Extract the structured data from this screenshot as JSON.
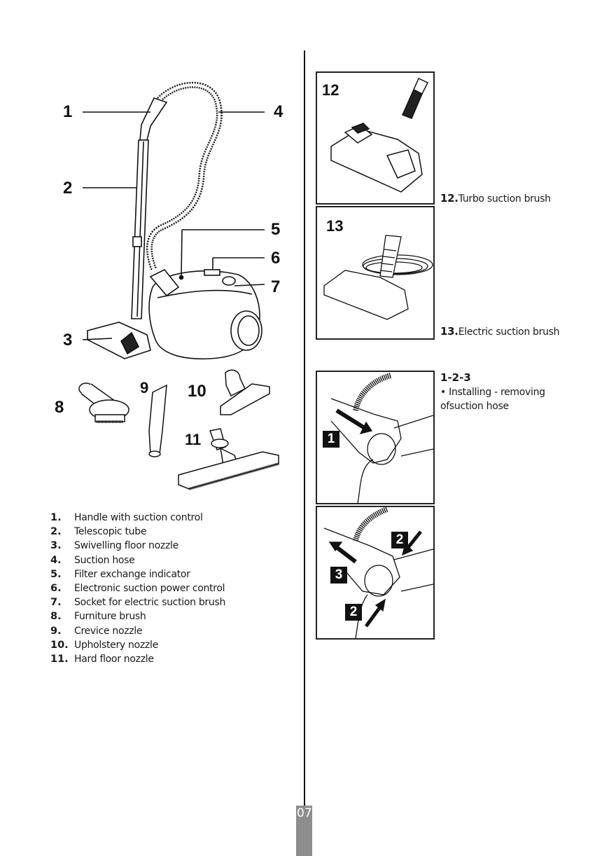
{
  "page_number": "07",
  "main_figure": {
    "callouts": [
      "1",
      "2",
      "3",
      "4",
      "5",
      "6",
      "7"
    ],
    "accessory_callouts": [
      "8",
      "9",
      "10",
      "11"
    ]
  },
  "parts_legend": [
    {
      "num": "1.",
      "label": "Handle with suction control"
    },
    {
      "num": "2.",
      "label": "Telescopic tube"
    },
    {
      "num": "3.",
      "label": "Swivelling floor nozzle"
    },
    {
      "num": "4.",
      "label": "Suction hose"
    },
    {
      "num": "5.",
      "label": "Filter exchange indicator"
    },
    {
      "num": "6.",
      "label": "Electronic suction power control"
    },
    {
      "num": "7.",
      "label": "Socket for electric suction brush"
    },
    {
      "num": "8.",
      "label": "Furniture brush"
    },
    {
      "num": "9.",
      "label": "Crevice nozzle"
    },
    {
      "num": "10.",
      "label": "Upholstery nozzle"
    },
    {
      "num": "11.",
      "label": "Hard floor nozzle"
    }
  ],
  "panels": [
    {
      "label": "12",
      "caption_num": "12.",
      "caption_text": "Turbo suction brush"
    },
    {
      "label": "13",
      "caption_num": "13.",
      "caption_text": "Electric suction brush"
    }
  ],
  "hose_steps": {
    "title": "1-2-3",
    "bullet": "•",
    "line1": "Installing - removing",
    "line2": "ofsuction hose",
    "badges_panel_a": [
      "1"
    ],
    "badges_panel_b": [
      "2",
      "3",
      "2"
    ]
  }
}
